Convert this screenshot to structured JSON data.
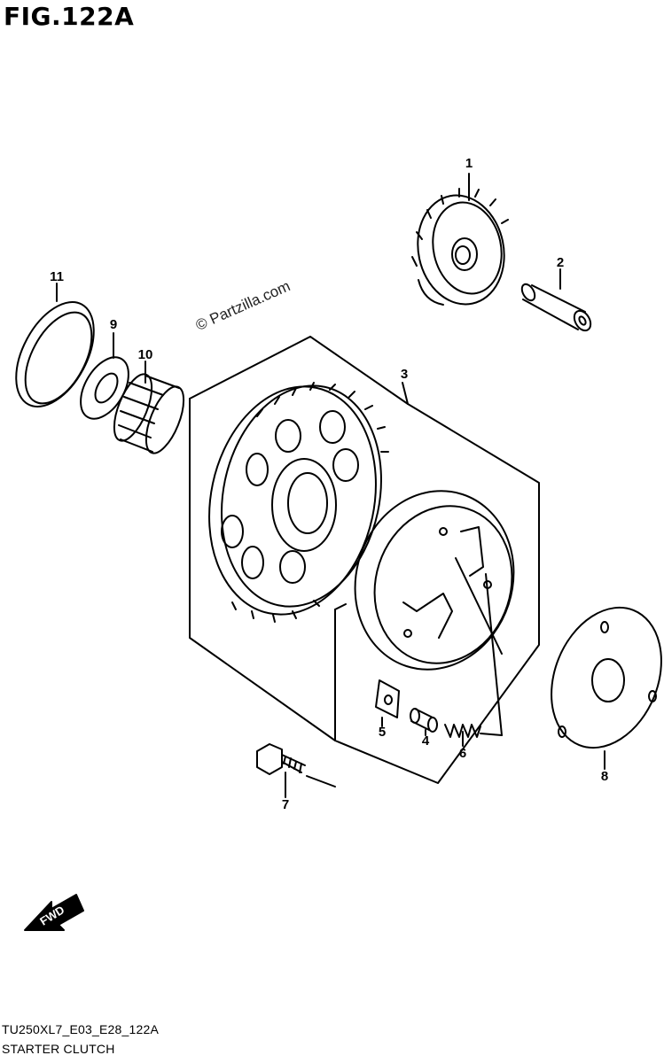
{
  "figure": {
    "title": "FIG.122A"
  },
  "watermark": "© Partzilla.com",
  "callouts": [
    {
      "number": "1"
    },
    {
      "number": "2"
    },
    {
      "number": "3"
    },
    {
      "number": "4"
    },
    {
      "number": "5"
    },
    {
      "number": "6"
    },
    {
      "number": "7"
    },
    {
      "number": "8"
    },
    {
      "number": "9"
    },
    {
      "number": "10"
    },
    {
      "number": "11"
    }
  ],
  "direction_arrow": {
    "label": "FWD"
  },
  "footer": {
    "code": "TU250XL7_E03_E28_122A",
    "name": "STARTER CLUTCH"
  }
}
